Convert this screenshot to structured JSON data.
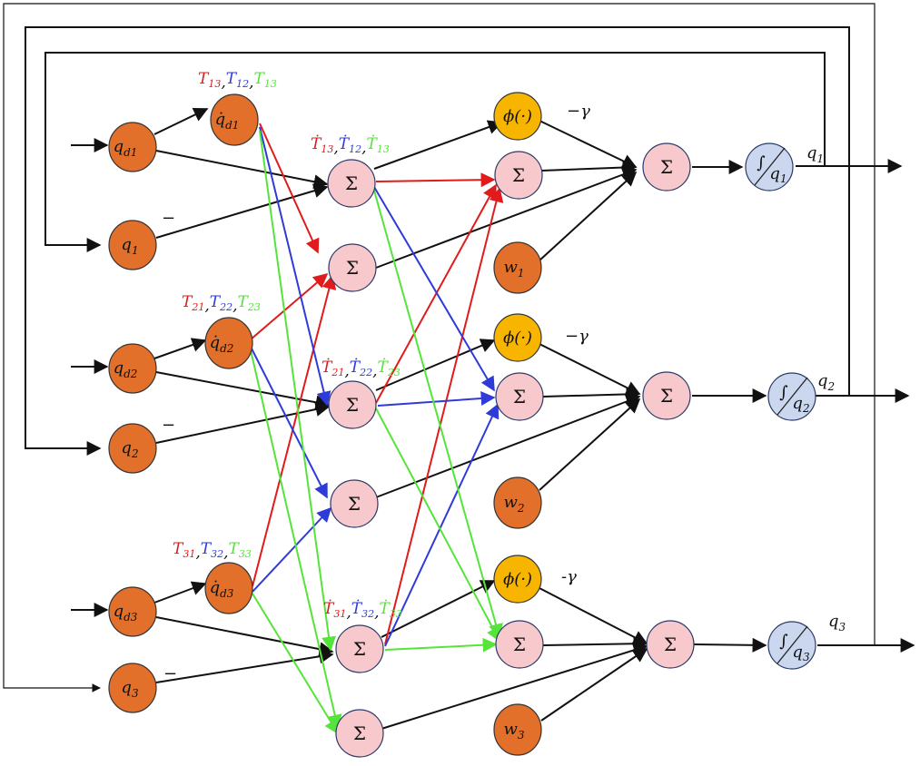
{
  "colors": {
    "orange": "#e2702a",
    "pink": "#f8c9cc",
    "yellow": "#f7b500",
    "blue_node": "#cad7ee",
    "red": "#e01b1b",
    "blue": "#2e3bd8",
    "green": "#55e43a",
    "black": "#111111"
  },
  "nodes": {
    "qd1": {
      "main": "q",
      "sub": "d1"
    },
    "q1": {
      "main": "q",
      "sub": "1"
    },
    "qd2": {
      "main": "q",
      "sub": "d2"
    },
    "q2": {
      "main": "q",
      "sub": "2"
    },
    "qd3": {
      "main": "q",
      "sub": "d3"
    },
    "q3": {
      "main": "q",
      "sub": "3"
    },
    "qdot1": {
      "main": "q̇",
      "sub": "d1"
    },
    "qdot2": {
      "main": "q̇",
      "sub": "d2"
    },
    "qdot3": {
      "main": "q̇",
      "sub": "d3"
    },
    "w1": {
      "main": "w",
      "sub": "1"
    },
    "w2": {
      "main": "w",
      "sub": "2"
    },
    "w3": {
      "main": "w",
      "sub": "3"
    },
    "phi": "ϕ(·)",
    "sum": "Σ",
    "int": "∫"
  },
  "labels": {
    "group1": [
      {
        "t": "T",
        "s": "13",
        "c": "red"
      },
      {
        "t": "T",
        "s": "12",
        "c": "blue"
      },
      {
        "t": "T",
        "s": "13",
        "c": "green"
      }
    ],
    "group2": [
      {
        "t": "T",
        "s": "21",
        "c": "red"
      },
      {
        "t": "T",
        "s": "22",
        "c": "blue"
      },
      {
        "t": "T",
        "s": "23",
        "c": "green"
      }
    ],
    "group3": [
      {
        "t": "T",
        "s": "31",
        "c": "red"
      },
      {
        "t": "T",
        "s": "32",
        "c": "blue"
      },
      {
        "t": "T",
        "s": "33",
        "c": "green"
      }
    ],
    "dot1": [
      {
        "t": "Ṫ",
        "s": "13",
        "c": "red"
      },
      {
        "t": "Ṫ",
        "s": "12",
        "c": "blue"
      },
      {
        "t": "Ṫ",
        "s": "13",
        "c": "green"
      }
    ],
    "dot2": [
      {
        "t": "Ṫ",
        "s": "21",
        "c": "red"
      },
      {
        "t": "Ṫ",
        "s": "22",
        "c": "blue"
      },
      {
        "t": "Ṫ",
        "s": "23",
        "c": "green"
      }
    ],
    "dot3": [
      {
        "t": "Ṫ",
        "s": "31",
        "c": "red"
      },
      {
        "t": "Ṫ",
        "s": "32",
        "c": "blue"
      },
      {
        "t": "Ṫ",
        "s": "33",
        "c": "green"
      }
    ]
  },
  "gains": {
    "g1": "−γ",
    "g2": "−γ",
    "g3": "-γ"
  },
  "minus": "−",
  "comma": ",",
  "outputs": {
    "o1": {
      "main": "q",
      "sub": "1"
    },
    "o2": {
      "main": "q",
      "sub": "2"
    },
    "o3": {
      "main": "q",
      "sub": "3"
    }
  }
}
